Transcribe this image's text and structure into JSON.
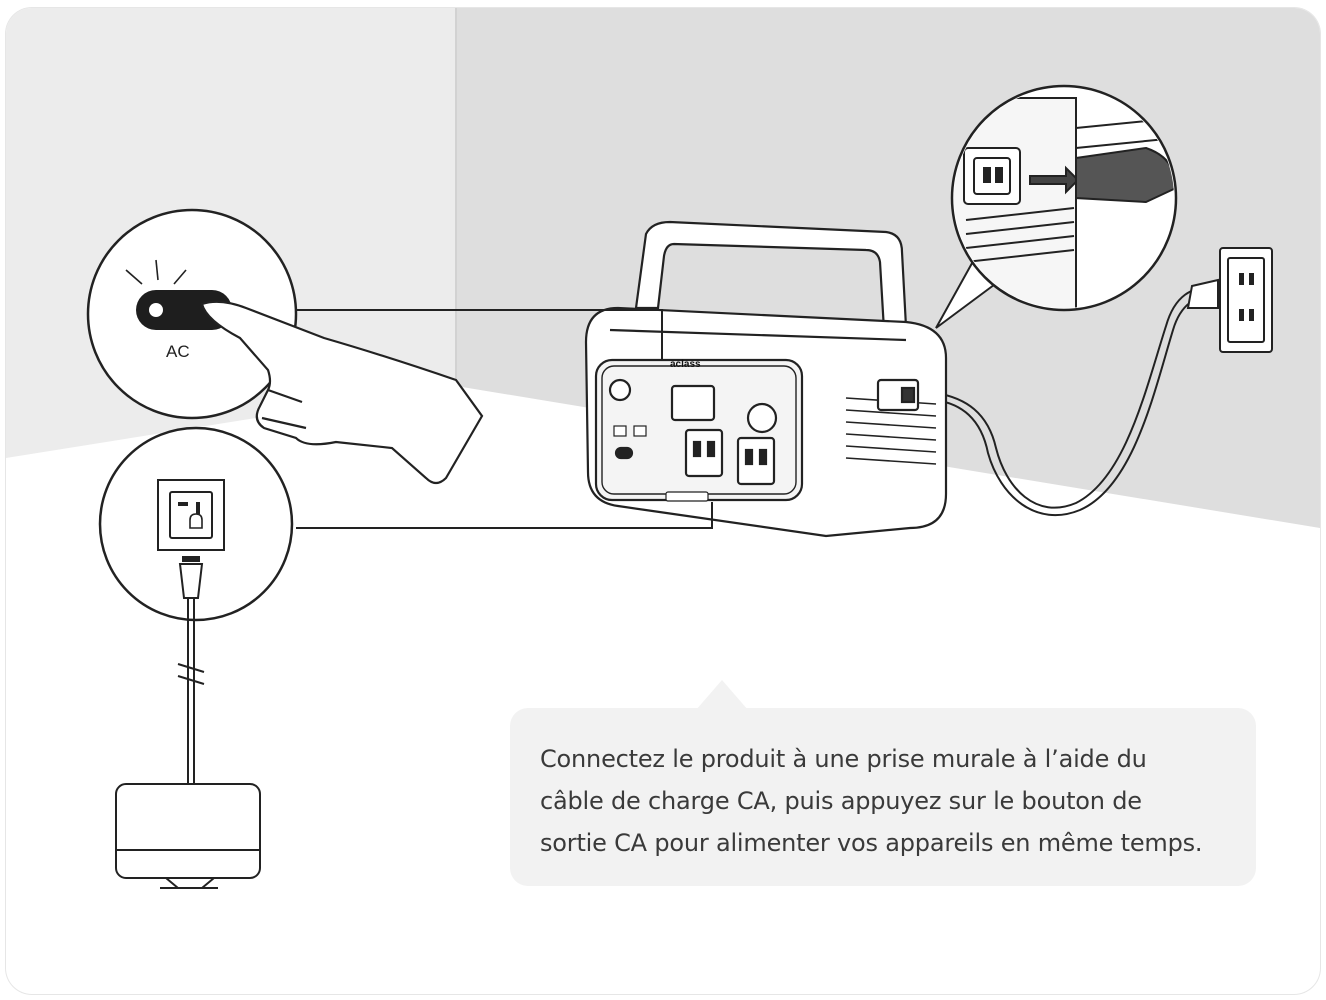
{
  "button": {
    "label": "AC"
  },
  "device": {
    "brand": "aclass"
  },
  "caption": {
    "line1": "Connectez le produit à une prise murale à l’aide du",
    "line2": "câble de charge CA, puis appuyez sur le bouton de",
    "line3": "sortie CA pour alimenter vos appareils en même temps."
  },
  "colors": {
    "background": "#ffffff",
    "wall": "#e6e6e6",
    "caption_bg": "#f2f2f2",
    "line": "#222222"
  }
}
